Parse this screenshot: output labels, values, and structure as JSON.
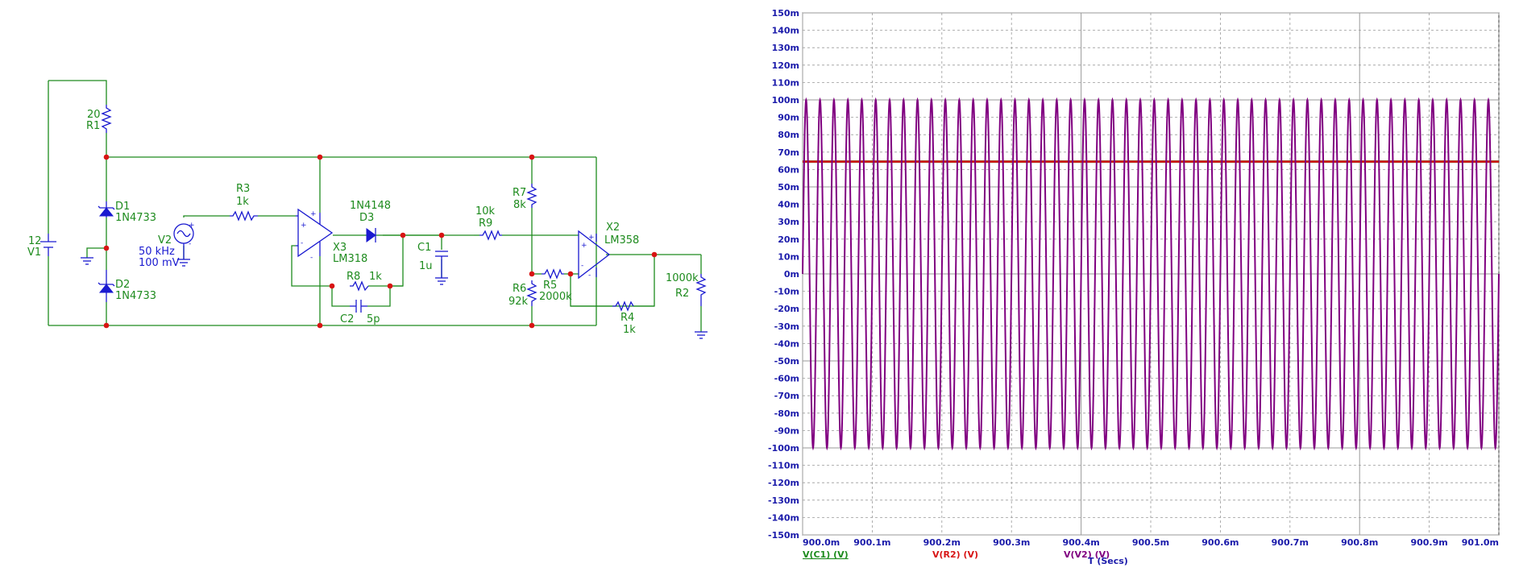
{
  "schematic": {
    "components": {
      "R1": {
        "name": "R1",
        "value": "20"
      },
      "V1": {
        "name": "V1",
        "value": "12"
      },
      "D1": {
        "name": "D1",
        "model": "1N4733"
      },
      "D2": {
        "name": "D2",
        "model": "1N4733"
      },
      "R3": {
        "name": "R3",
        "value": "1k"
      },
      "V2": {
        "name": "V2",
        "freq": "50 kHz",
        "amp": "100 mV"
      },
      "X3": {
        "name": "X3",
        "model": "LM318"
      },
      "D3": {
        "name": "D3",
        "model": "1N4148"
      },
      "R8": {
        "name": "R8",
        "value": "1k"
      },
      "C2": {
        "name": "C2",
        "value": "5p"
      },
      "C1": {
        "name": "C1",
        "value": "1u"
      },
      "R9": {
        "name": "R9",
        "value": "10k"
      },
      "R7": {
        "name": "R7",
        "value": "8k"
      },
      "R6": {
        "name": "R6",
        "value": "92k"
      },
      "R5": {
        "name": "R5",
        "value": "2000k"
      },
      "X2": {
        "name": "X2",
        "model": "LM358"
      },
      "R4": {
        "name": "R4",
        "value": "1k"
      },
      "R2": {
        "name": "R2",
        "value": "1000k"
      }
    }
  },
  "colors": {
    "wire": "#1e8b1e",
    "component": "#1a1ad0",
    "node": "#d81414",
    "trace_vc1": "#1e8b1e",
    "trace_vr2": "#d81414",
    "trace_vv2": "#800080",
    "axis_text": "#1a1aaa"
  },
  "chart_data": {
    "type": "line",
    "x_ticks": [
      "900.0m",
      "900.1m",
      "900.2m",
      "900.3m",
      "900.4m",
      "900.5m",
      "900.6m",
      "900.7m",
      "900.8m",
      "900.9m",
      "901.0m"
    ],
    "y_ticks": [
      "150m",
      "140m",
      "130m",
      "120m",
      "110m",
      "100m",
      "90m",
      "80m",
      "70m",
      "60m",
      "50m",
      "40m",
      "30m",
      "20m",
      "10m",
      "0m",
      "-10m",
      "-20m",
      "-30m",
      "-40m",
      "-50m",
      "-60m",
      "-70m",
      "-80m",
      "-90m",
      "-100m",
      "-110m",
      "-120m",
      "-130m",
      "-140m",
      "-150m"
    ],
    "xlim": [
      0.9,
      0.901
    ],
    "ylim": [
      -0.15,
      0.15
    ],
    "xlabel": "T (Secs)",
    "series": [
      {
        "name": "V(C1) (V)",
        "kind": "constant",
        "value": 0.0645,
        "color": "#1e8b1e"
      },
      {
        "name": "V(R2) (V)",
        "kind": "constant",
        "value": 0.0645,
        "color": "#d81414"
      },
      {
        "name": "V(V2) (V)",
        "kind": "sine",
        "amplitude": 0.1,
        "frequency_hz": 50000,
        "color": "#800080"
      }
    ]
  }
}
